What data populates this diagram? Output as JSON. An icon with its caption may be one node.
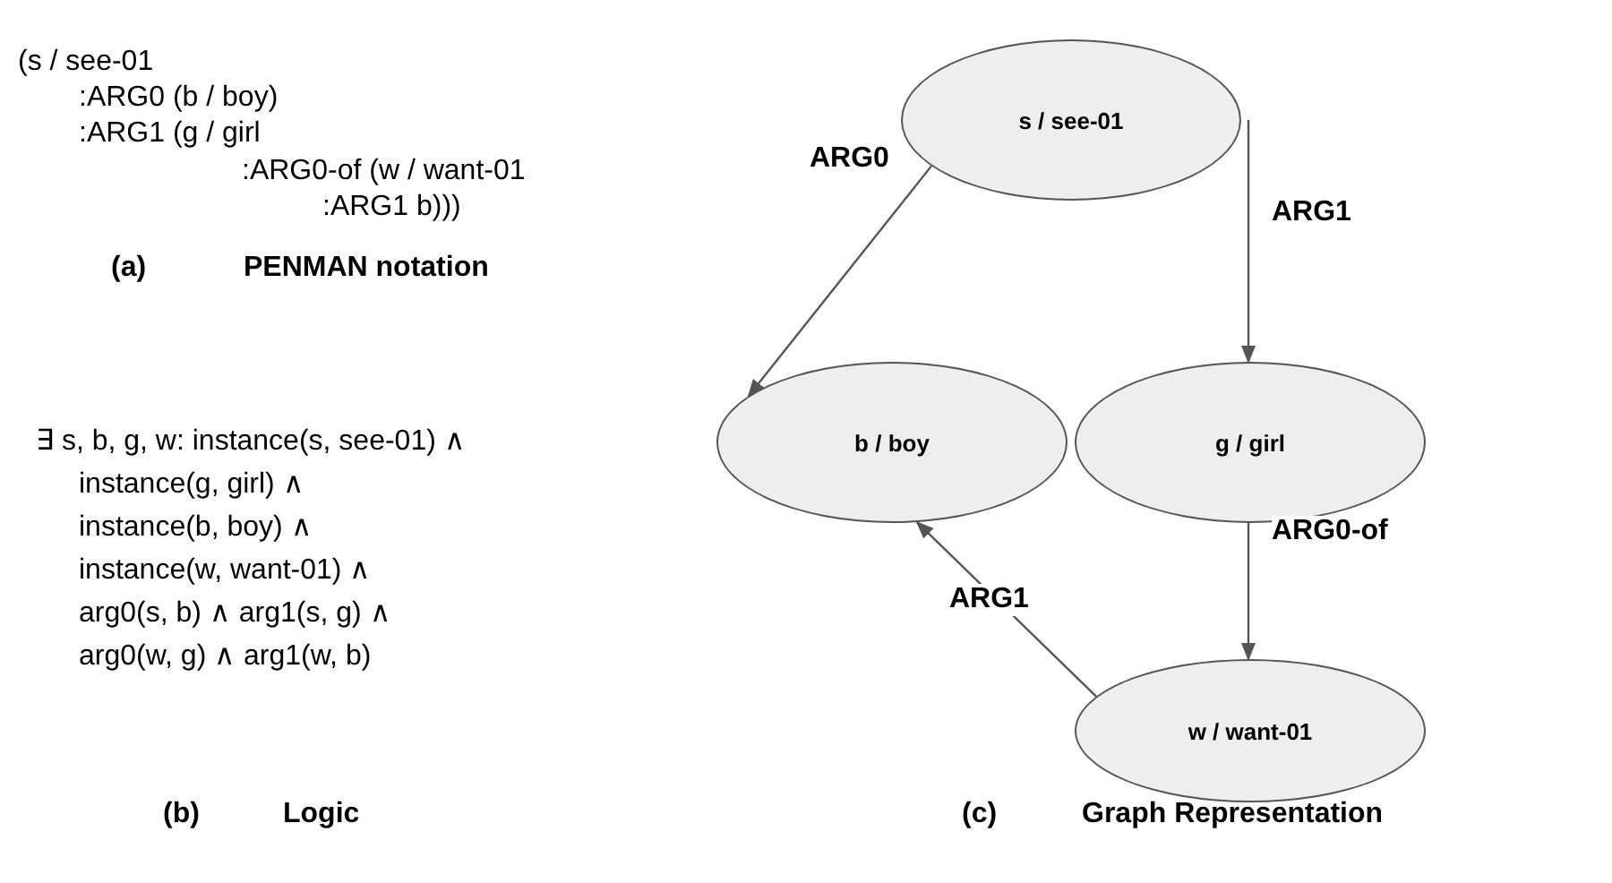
{
  "diagram": {
    "nodes": [
      {
        "text": [
          "s / see-01"
        ]
      },
      {
        "text": [
          "b / boy"
        ]
      },
      {
        "text": [
          "g / girl"
        ]
      },
      {
        "text": [
          "w / want-01"
        ]
      }
    ],
    "edges": [
      {
        "from": 0,
        "to": 1,
        "arrow": "to",
        "label": "ARG0"
      },
      {
        "from": 0,
        "to": 2,
        "arrow": "to",
        "label": "ARG1"
      },
      {
        "from": 2,
        "to": 3,
        "arrow": "to",
        "label": "ARG0-of"
      },
      {
        "from": 3,
        "to": 1,
        "arrow": "to",
        "label": "ARG1"
      }
    ],
    "labels": [
      "(s / see-01",
      ":ARG0 (b / boy)",
      ":ARG1 (g / girl",
      ":ARG0-of (w / want-01",
      ":ARG1 b)))",
      "(a)",
      "PENMAN notation",
      "∃ s, b, g, w: instance(s, see-01) ∧",
      "instance(g, girl) ∧",
      "instance(b, boy) ∧",
      "instance(w, want-01) ∧",
      "arg0(s, b) ∧ arg1(s, g) ∧",
      "arg0(w, g) ∧ arg1(w, b)",
      "(b)",
      "Logic",
      "(c)",
      "Graph Representation"
    ]
  }
}
